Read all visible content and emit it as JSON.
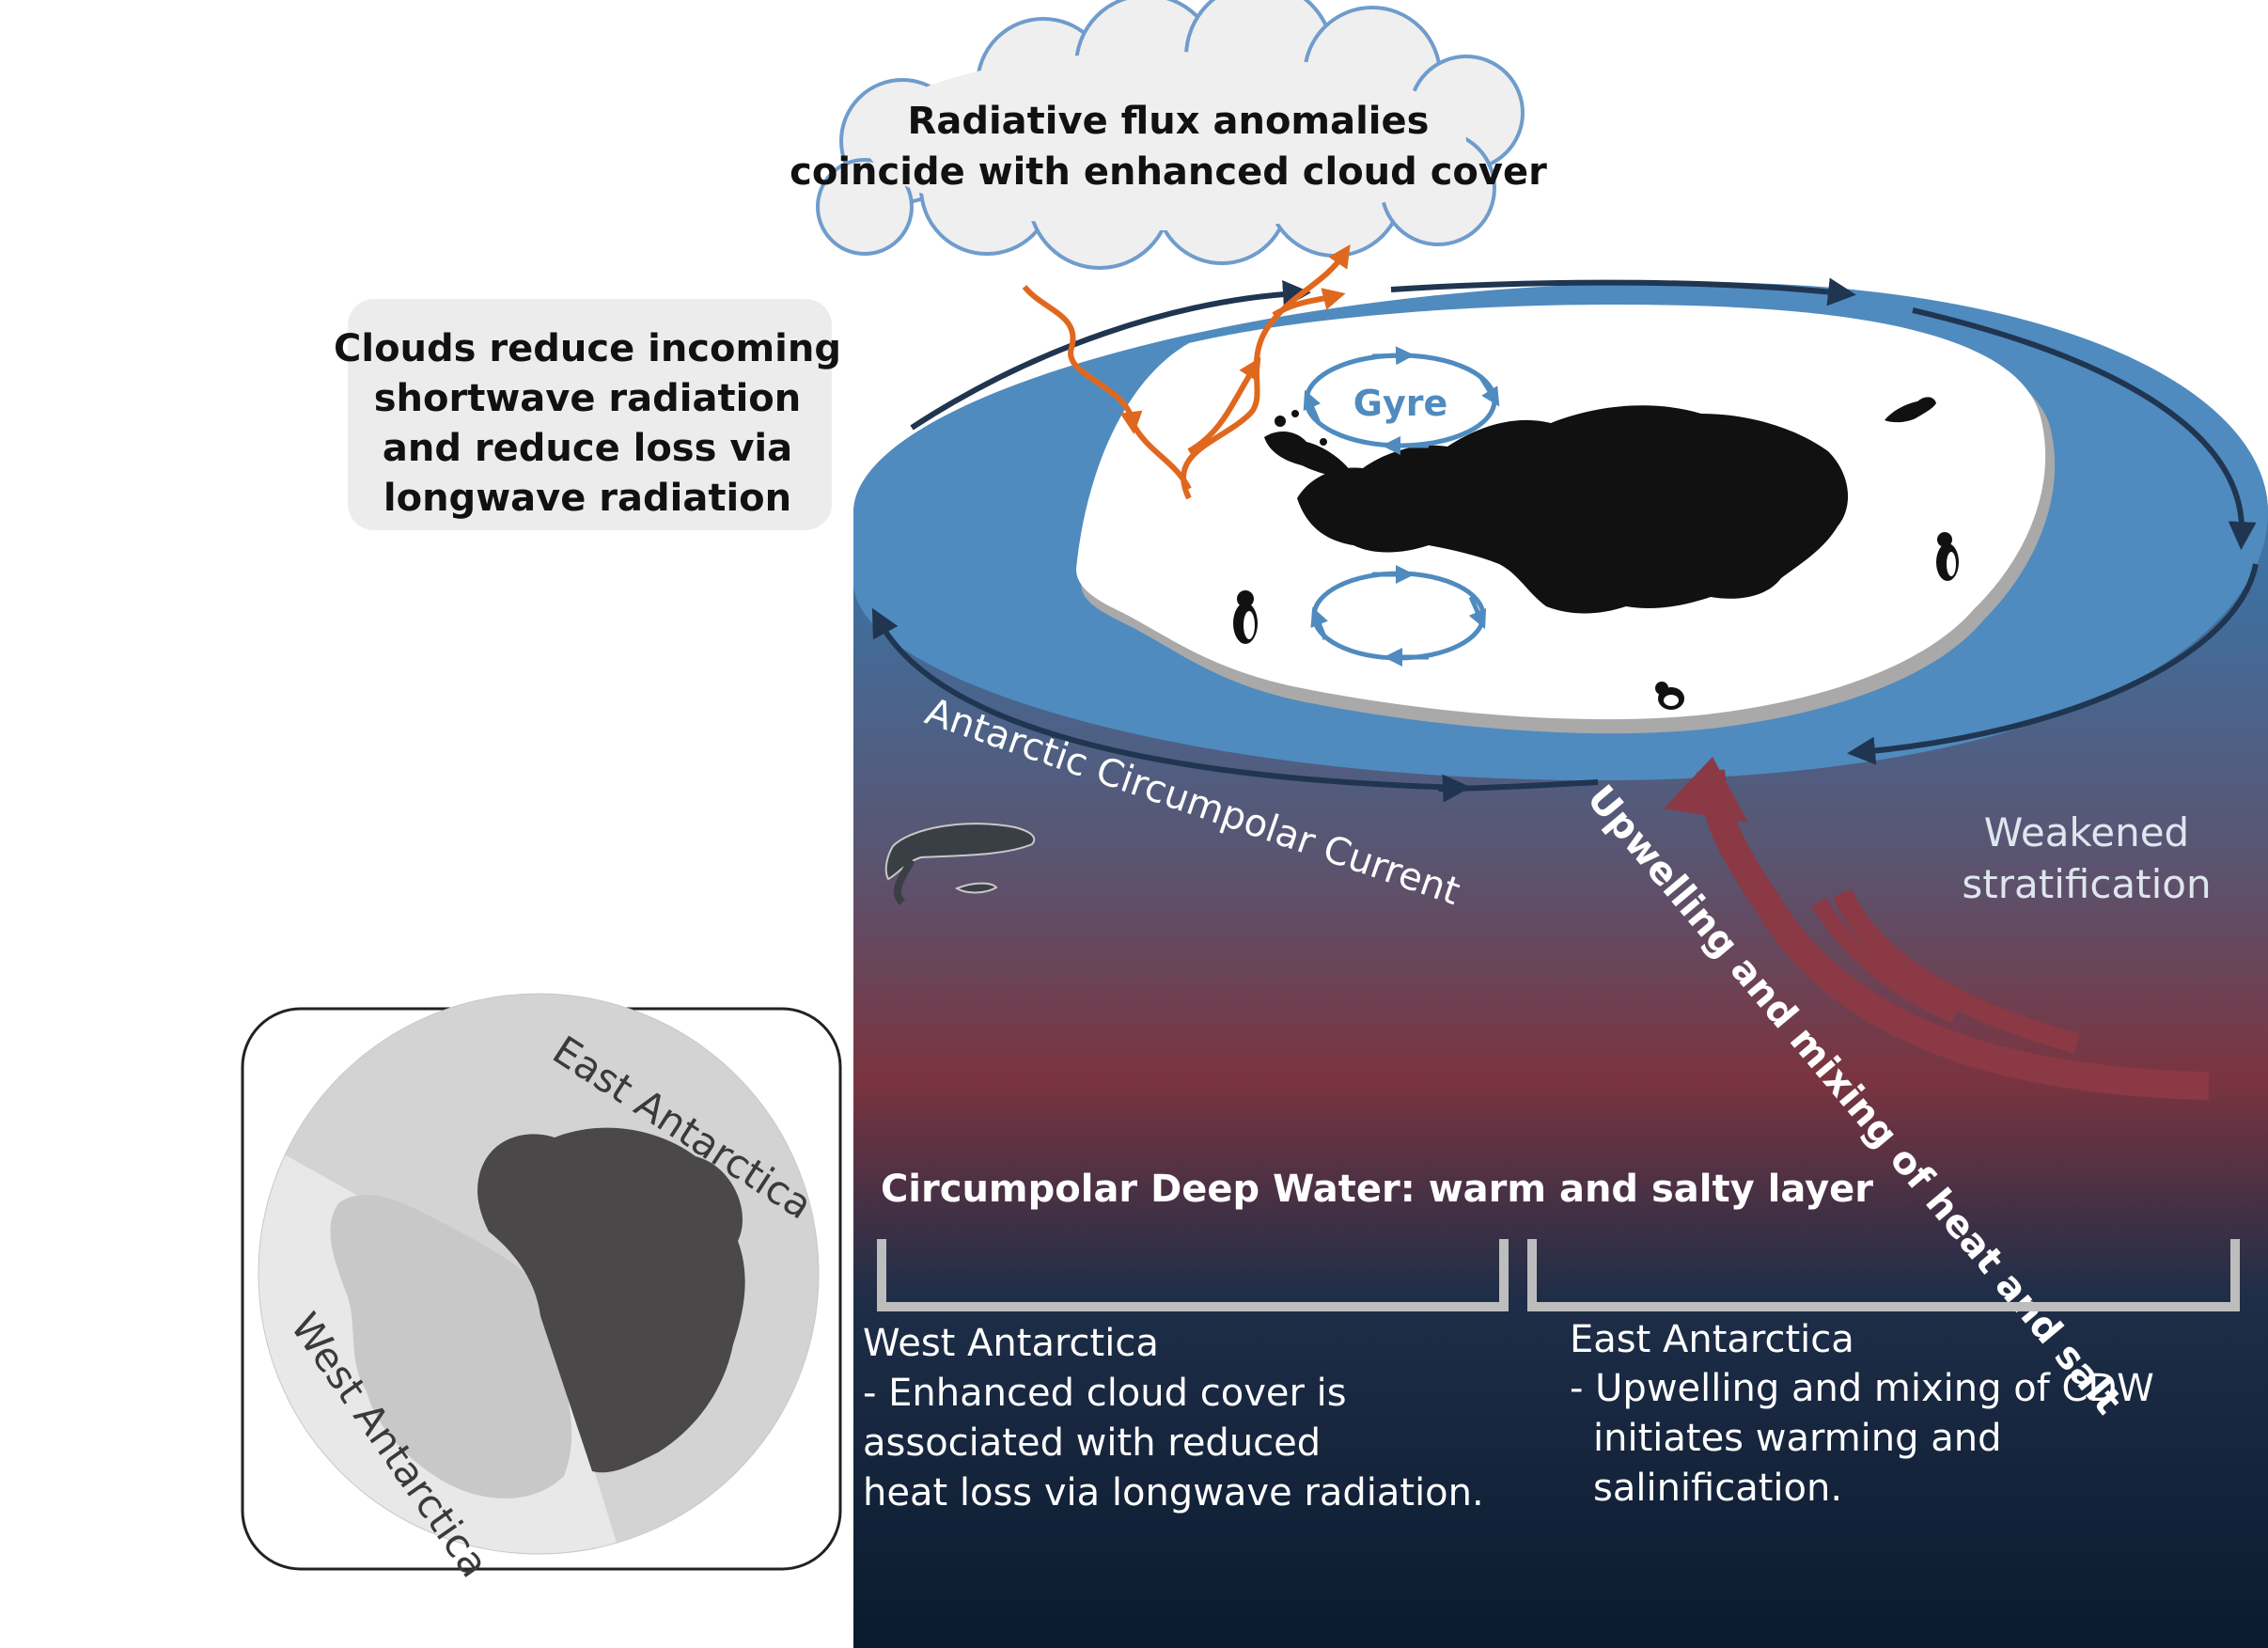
{
  "cloud_label": {
    "line1": "Radiative flux anomalies",
    "line2": "coincide with enhanced cloud cover"
  },
  "clouds_box": {
    "line1": "Clouds reduce incoming",
    "line2": "shortwave radiation",
    "line3": "and reduce loss via",
    "line4": "longwave radiation"
  },
  "gyre_label": "Gyre",
  "acc_label": "Antarctic Circumpolar Current",
  "upwelling_label": "Upwelling and mixing of heat and salt",
  "stratification": {
    "line1": "Weakened",
    "line2": "stratification"
  },
  "cdw_label": "Circumpolar Deep Water: warm and salty layer",
  "west_text": {
    "title": "West Antarctica",
    "line1": "- Enhanced cloud cover is",
    "line2": "associated with reduced",
    "line3": "heat loss via longwave radiation."
  },
  "east_text": {
    "title": "East Antarctica",
    "line1": "- Upwelling and mixing of CDW",
    "line2": "initiates warming and",
    "line3": "salinification."
  },
  "inset": {
    "east_label": "East Antarctica",
    "west_label": "West Antarctica"
  },
  "colors": {
    "ocean_surface": "#4f8bbf",
    "deep_water": "#7a3440",
    "abyss": "#0d1e33",
    "flux_arrow": "#e0681e",
    "upwelling_arrow": "#8a3945",
    "current_arrow": "#1f3550",
    "gyre": "#4f8bbf",
    "bracket": "#bdbdbd",
    "text_box_bg": "#ececec"
  }
}
